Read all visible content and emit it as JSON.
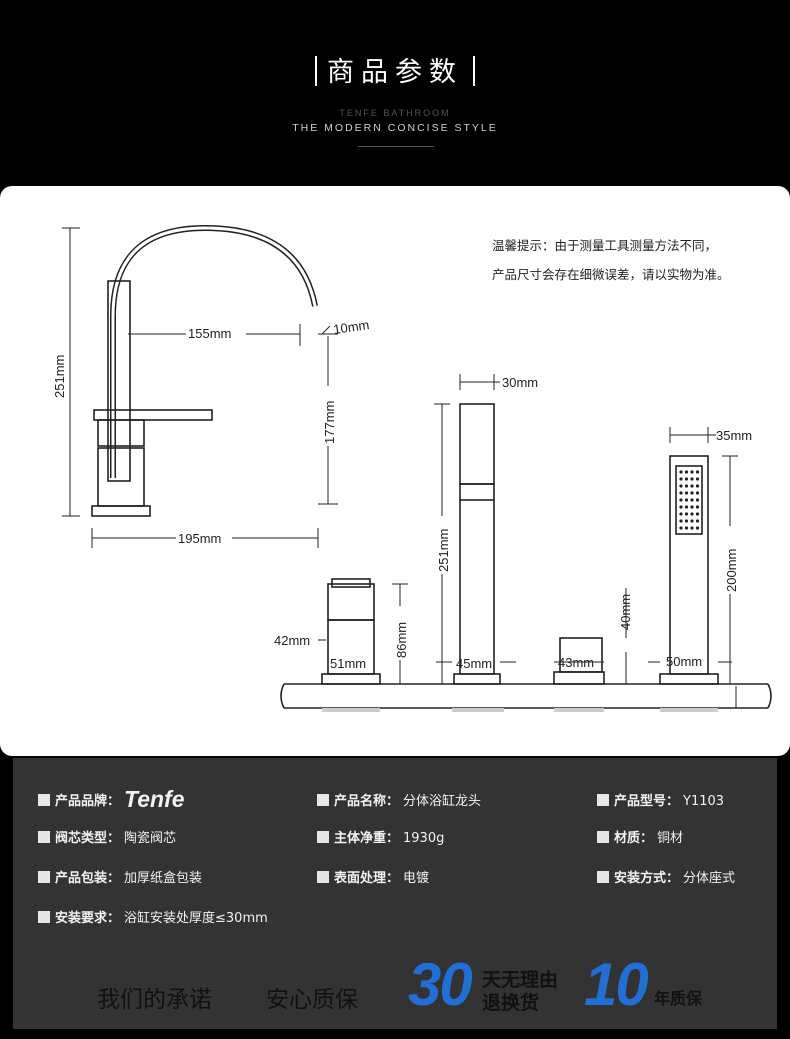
{
  "header": {
    "title": "商品参数",
    "sub_en_small": "TENFE BATHROOM",
    "sub_en": "THE MODERN CONCISE STYLE"
  },
  "tip": {
    "line1": "温馨提示：由于测量工具测量方法不同，",
    "line2": "产品尺寸会存在细微误差，请以实物为准。"
  },
  "dimensions": {
    "faucet_height": "251mm",
    "faucet_reach": "155mm",
    "faucet_spout": "10mm",
    "faucet_body": "177mm",
    "faucet_base": "195mm",
    "handle_top": "30mm",
    "handle_height": "251mm",
    "handle_base": "45mm",
    "shower_top": "35mm",
    "shower_height": "200mm",
    "shower_base": "50mm",
    "valve_width": "42mm",
    "valve_height": "86mm",
    "valve_base": "51mm",
    "knob_height": "40mm",
    "knob_base": "43mm"
  },
  "specs": {
    "brand_key": "产品品牌：",
    "brand_val": "Tenfe",
    "name_key": "产品名称：",
    "name_val": "分体浴缸龙头",
    "model_key": "产品型号：",
    "model_val": "Y1103",
    "valve_key": "阀芯类型：",
    "valve_val": "陶瓷阀芯",
    "weight_key": "主体净重：",
    "weight_val": "1930g",
    "material_key": "材质：",
    "material_val": "铜材",
    "pack_key": "产品包装：",
    "pack_val": "加厚纸盒包装",
    "surface_key": "表面处理：",
    "surface_val": "电镀",
    "install_key": "安装方式：",
    "install_val": "分体座式",
    "req_key": "安装要求：",
    "req_val": "浴缸安装处厚度≤30mm"
  },
  "promise": {
    "left1": "我们的承诺",
    "left2": "安心质保",
    "num30": "30",
    "text30a": "天无理由",
    "text30b": "退换货",
    "num10": "10",
    "text10": "年质保"
  },
  "colors": {
    "accent": "#1f6fd6",
    "spec_bg": "#333333"
  }
}
